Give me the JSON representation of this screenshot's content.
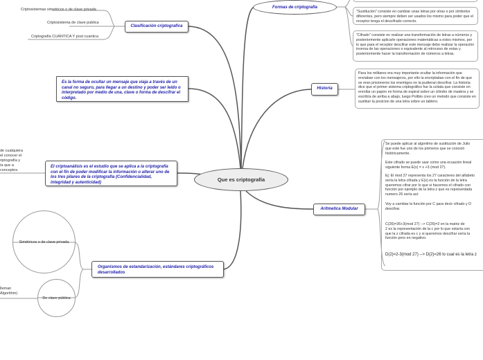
{
  "central": "Que es criptografía",
  "branches": {
    "clasificacion": {
      "label": "Clasificación criptografica",
      "children": [
        "Criptosistemas simetricos o de clave privada",
        "Criptosistema de clave publica",
        "Criptografía CUANTICA Y post cuantica"
      ]
    },
    "definicion": {
      "label": "Es la forma de ocultar un mensaje que viaja a través de un canal no seguro, para llegar a un destino y poder ser leído o interpretado por medio de una, clave o forma de descifrar el código."
    },
    "criptoanalisis": {
      "label": "El criptoanálisis es el estudio que se aplica a la criptografía con el fin de poder modificar la información o alterar uno de los tres pilares de la criptografía (Confidencialidad, integridad y autenticidad)",
      "child_partial": "de cualquiera\nel conocer el\nriptografía y\nía que a\n conceptos."
    },
    "organismos": {
      "label": "Organismos de estandarización, estándares criptográficos desarrollados",
      "children": [
        "Simétricos o de clave privada",
        "De clave pública"
      ],
      "partial": "lleman\nAlgorithm)"
    },
    "formas": {
      "label": "Formas de criptografía",
      "children": [
        "\"Sustitución\" consiste en cambiar unas letras por otras o por símbolos diferentes, pero siempre deben ser usados los mismo para poder que el receptor tenga el descifrado correcto.",
        "\"Cifrado\" consiste en realizar una transformación de letras a números y posteriormente aplicarle operaciones matemáticas a estos mismos, por lo que para el receptor descifrar este mensaje debe realizar la operación inversa de las operaciones o equivalente al retroceso de estas y posteriormente hacer la transformación de números a letras."
      ]
    },
    "historia": {
      "label": "Historia",
      "text": "Para los militares era muy importante ocultar la información que enviaban con los mensajeros, por ello la encriptaban con el fin de que se eran prisioneros los enemigos no la pudieran descifrar. La historia dice que el primer sistema criptográfico fue la scitala que consiste en enrollar un papiro en forma de espiral sobre un cilindro de madera y se escribía de arriba a abajo, luego Polibio creo un metodo que consiste en sustituir la posicion de una letra sobre un tablero."
    },
    "aritmetica": {
      "label": "Aritmetica Modular",
      "texts": [
        "Se puede aplicar al algoritmo de sustitución de Julio\nque este fue uno de los primeros que se conoció\nhistóricamente.\n\nEste cifrado se puede usar como una ecuación lineal\nsiguiente forma E(x) = x +3 (mod 27).",
        "Ej: El mod 27 representa los 27 caracteres del alfabeto\nsería la letra cifrada y E(x) es la función de la letra\nqueremos cifrar por lo que si hacemos el cifrado con\nfunción por ejemplo de la letra z que es representada\nnumero 26 sería así:\n\nVoy a cambiar la función por C para decir cifrado y D\ndescifrar.",
        "C(26)=26+3(mod 27) --> C(26)=2 en la matriz de\n2 es la representación de la c por lo que estaría con\nque la z cifrada es c y si queremos descifrar sería la\nfunción pero en negativo.",
        "D(2)=2-3(mod 27) --> D(2)=26 lo cual es la letra z"
      ]
    }
  }
}
